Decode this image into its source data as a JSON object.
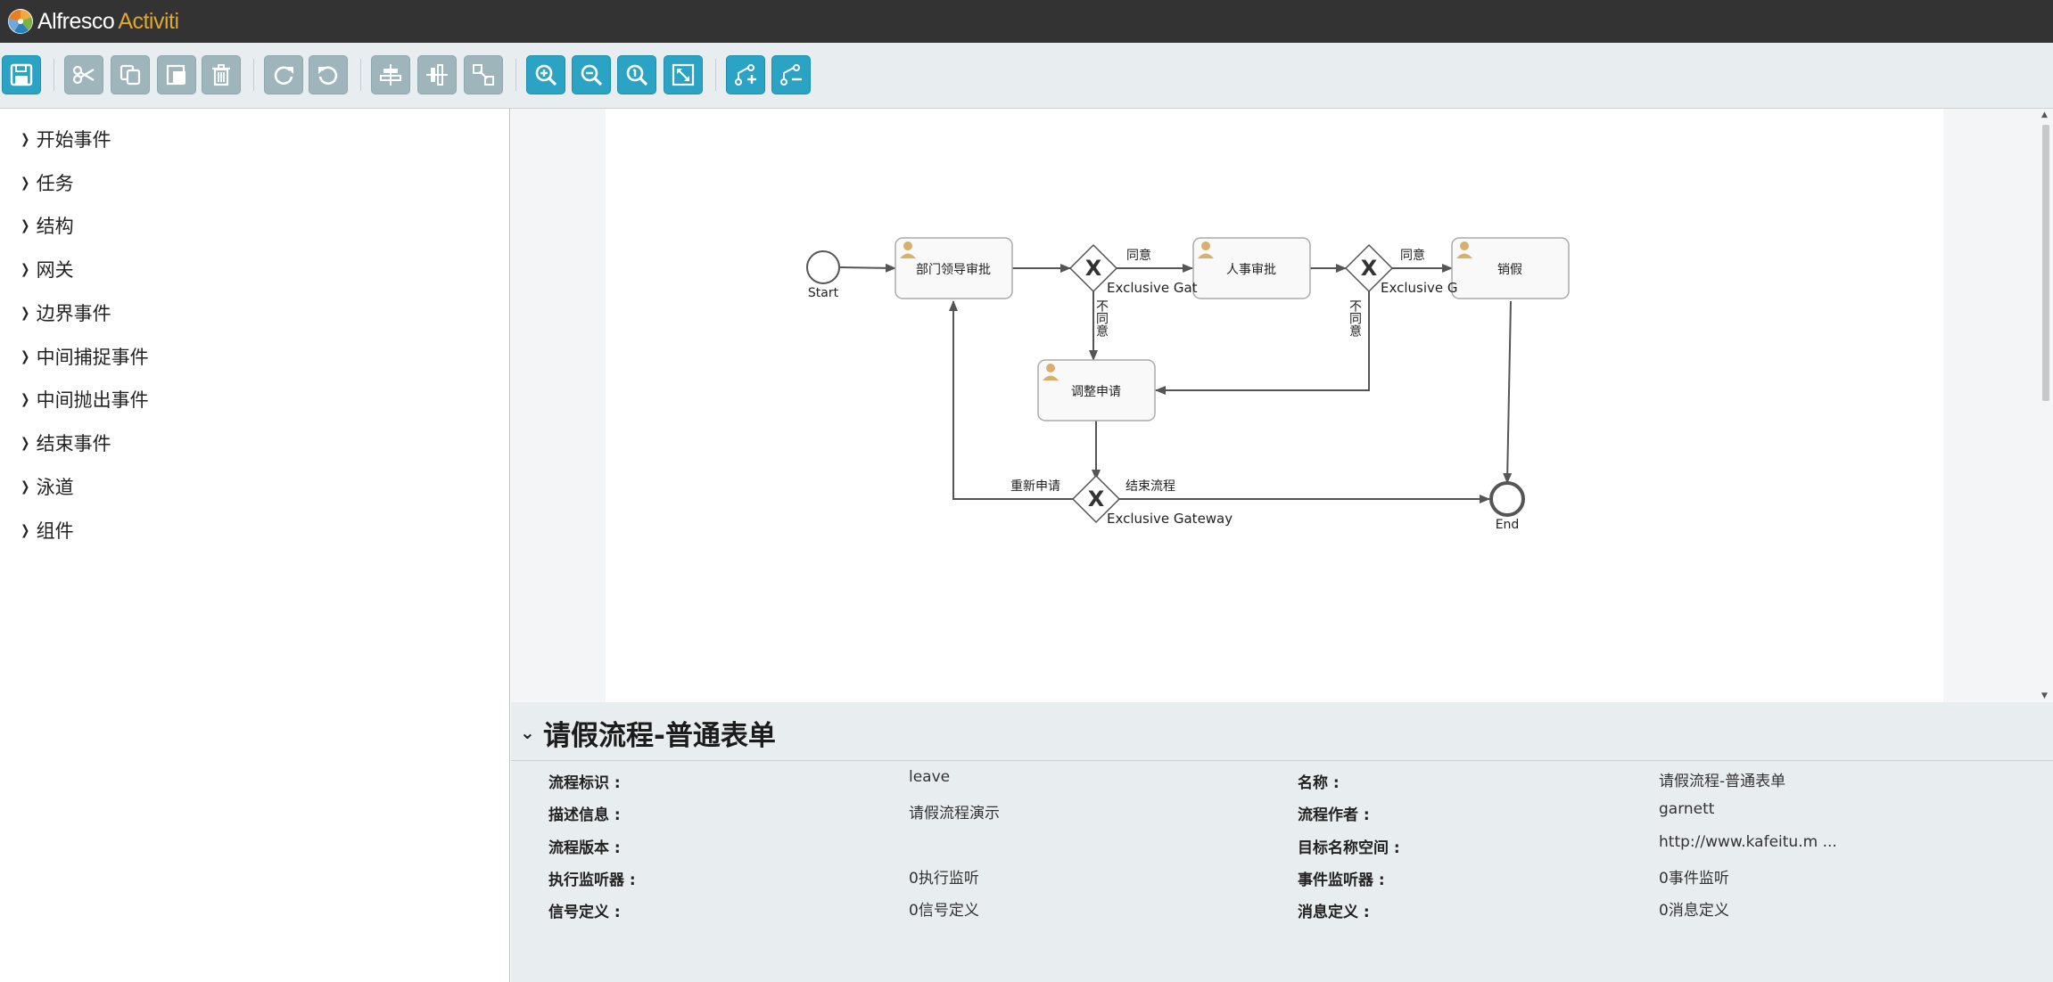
{
  "app": {
    "brand_1": "Alfresco",
    "brand_2": "Activiti",
    "brand_color": "#e2a52f"
  },
  "toolbar": {
    "buttons": [
      {
        "name": "save",
        "icon": "floppy-disk-icon",
        "color": "#2aa3c4"
      },
      {
        "name": "cut",
        "icon": "scissors-icon"
      },
      {
        "name": "copy",
        "icon": "copy-icon"
      },
      {
        "name": "paste",
        "icon": "paste-icon"
      },
      {
        "name": "delete",
        "icon": "trash-icon"
      },
      {
        "name": "redo",
        "icon": "redo-icon"
      },
      {
        "name": "undo",
        "icon": "undo-icon"
      },
      {
        "name": "align-horizontal",
        "icon": "align-horizontal-icon"
      },
      {
        "name": "align-vertical",
        "icon": "align-vertical-icon"
      },
      {
        "name": "same-size",
        "icon": "same-size-icon"
      },
      {
        "name": "zoom-in",
        "icon": "zoom-in-icon",
        "color": "#2aa3c4"
      },
      {
        "name": "zoom-out",
        "icon": "zoom-out-icon"
      },
      {
        "name": "zoom-actual",
        "icon": "zoom-actual-icon"
      },
      {
        "name": "zoom-fit",
        "icon": "zoom-fit-icon"
      },
      {
        "name": "add-bendpoint",
        "icon": "add-bendpoint-icon"
      },
      {
        "name": "remove-bendpoint",
        "icon": "remove-bendpoint-icon"
      }
    ]
  },
  "palette": {
    "items": [
      {
        "label": "开始事件"
      },
      {
        "label": "任务"
      },
      {
        "label": "结构"
      },
      {
        "label": "网关"
      },
      {
        "label": "边界事件"
      },
      {
        "label": "中间捕捉事件"
      },
      {
        "label": "中间抛出事件"
      },
      {
        "label": "结束事件"
      },
      {
        "label": "泳道"
      },
      {
        "label": "组件"
      }
    ]
  },
  "diagram": {
    "start_label": "Start",
    "end_label": "End",
    "tasks": {
      "dept_review": "部门领导审批",
      "hr_review": "人事审批",
      "cancel_leave": "销假",
      "adjust_request": "调整申请"
    },
    "gateways": {
      "gw1": "Exclusive Gat",
      "gw2": "Exclusive G",
      "gw3": "Exclusive Gateway"
    },
    "flows": {
      "agree_1": "同意",
      "agree_2": "同意",
      "disagree_1": "不同意",
      "disagree_2": "不同意",
      "resubmit": "重新申请",
      "end_flow": "结束流程"
    },
    "colors": {
      "stroke": "#555555",
      "task_fill": "#f9f9f9",
      "user_icon": "#d8b06b"
    }
  },
  "properties": {
    "title": "请假流程-普通表单",
    "rows": [
      {
        "label": "流程标识 :",
        "value": "leave"
      },
      {
        "label": "名称 :",
        "value": "请假流程-普通表单"
      },
      {
        "label": "描述信息 :",
        "value": "请假流程演示"
      },
      {
        "label": "流程作者 :",
        "value": "garnett"
      },
      {
        "label": "流程版本 :",
        "value": ""
      },
      {
        "label": "目标名称空间 :",
        "value": "http://www.kafeitu.m ..."
      },
      {
        "label": "执行监听器 :",
        "value": "0执行监听"
      },
      {
        "label": "事件监听器 :",
        "value": "0事件监听"
      },
      {
        "label": "信号定义 :",
        "value": "0信号定义"
      },
      {
        "label": "消息定义 :",
        "value": "0消息定义"
      }
    ]
  }
}
